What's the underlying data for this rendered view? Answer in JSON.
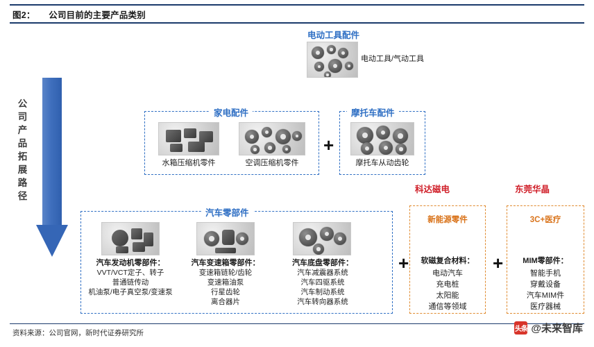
{
  "header": {
    "figure_label": "图2：",
    "title": "公司目前的主要产品类别"
  },
  "footer": {
    "source": "资料来源：公司官网，新时代证券研究所",
    "watermark_badge": "头条",
    "watermark_text": "@未来智库"
  },
  "left_axis": {
    "label": "公司产品拓展路径"
  },
  "groups": {
    "power_tools": {
      "title": "电动工具配件",
      "caption": "电动工具/气动工具"
    },
    "appliance": {
      "title": "家电配件",
      "items": [
        {
          "caption": "水箱压缩机零件"
        },
        {
          "caption": "空调压缩机零件"
        }
      ]
    },
    "motorcycle": {
      "title": "摩托车配件",
      "items": [
        {
          "caption": "摩托车从动齿轮"
        }
      ]
    },
    "auto_parts": {
      "title": "汽车零部件",
      "items": [
        {
          "caption": "汽车发动机零部件：",
          "lines": [
            "VVT/VCT定子、转子",
            "普通链传动",
            "机油泵/电子真空泵/变速泵"
          ]
        },
        {
          "caption": "汽车变速箱零部件：",
          "lines": [
            "变速箱链轮/齿轮",
            "变速箱油泵",
            "行星齿轮",
            "离合器片"
          ]
        },
        {
          "caption": "汽车底盘零部件：",
          "lines": [
            "汽车减震器系统",
            "汽车四驱系统",
            "汽车制动系统",
            "汽车转向器系统"
          ]
        }
      ]
    },
    "kedacidian": {
      "brand": "科达磁电",
      "title": "新能源零件",
      "heading": "软磁复合材料：",
      "lines": [
        "电动汽车",
        "充电桩",
        "太阳能",
        "通信等领域"
      ]
    },
    "dongguanhuajing": {
      "brand": "东莞华晶",
      "title": "3C+医疗",
      "heading": "MIM零部件：",
      "lines": [
        "智能手机",
        "穿戴设备",
        "汽车MIM件",
        "医疗器械"
      ]
    }
  },
  "operators": {
    "plus1": "+",
    "plus2": "+",
    "plus3": "+"
  }
}
